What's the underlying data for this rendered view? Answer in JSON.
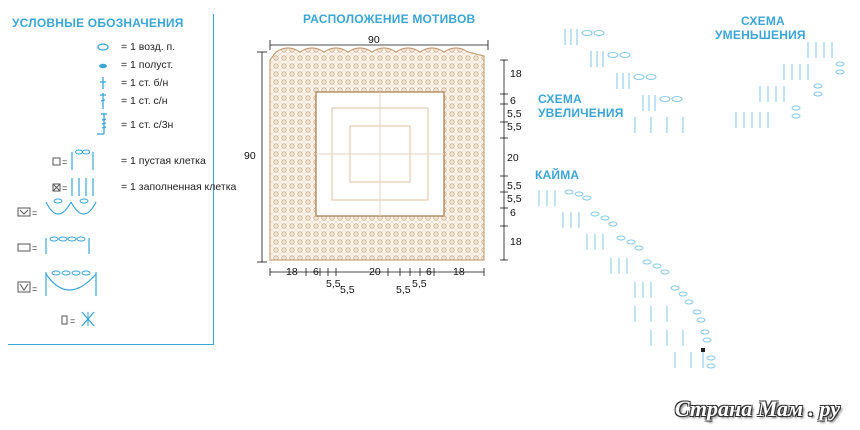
{
  "legend": {
    "title": "УСЛОВНЫЕ ОБОЗНАЧЕНИЯ",
    "items": [
      {
        "label": "= 1 возд. п."
      },
      {
        "label": "= 1 полуст."
      },
      {
        "label": "= 1 ст. б/н"
      },
      {
        "label": "= 1 ст. с/н"
      },
      {
        "label": "= 1 ст. с/3н"
      },
      {
        "label": "= 1 пустая клетка"
      },
      {
        "label": "= 1 заполненная клетка"
      }
    ]
  },
  "layout": {
    "title": "РАСПОЛОЖЕНИЕ МОТИВОВ",
    "width_label": "90",
    "height_label": "90",
    "right_dims": [
      "18",
      "6",
      "5,5",
      "5,5",
      "20",
      "5,5",
      "5,5",
      "6",
      "18"
    ],
    "bottom_dims": [
      "18",
      "6",
      "20",
      "6",
      "18"
    ],
    "bottom_small_left": [
      "5,5",
      "5,5"
    ],
    "bottom_small_right": [
      "5,5",
      "5,5"
    ]
  },
  "sections": {
    "increase": "СХЕМА\nУВЕЛИЧЕНИЯ",
    "increase_l1": "СХЕМА",
    "increase_l2": "УВЕЛИЧЕНИЯ",
    "decrease_l1": "СХЕМА",
    "decrease_l2": "УМЕНЬШЕНИЯ",
    "border": "КАЙМА"
  },
  "watermark": "Страна Мам . ру",
  "colors": {
    "accent": "#3aa6d6",
    "motif": "#c8a37a",
    "ink": "#222222"
  }
}
